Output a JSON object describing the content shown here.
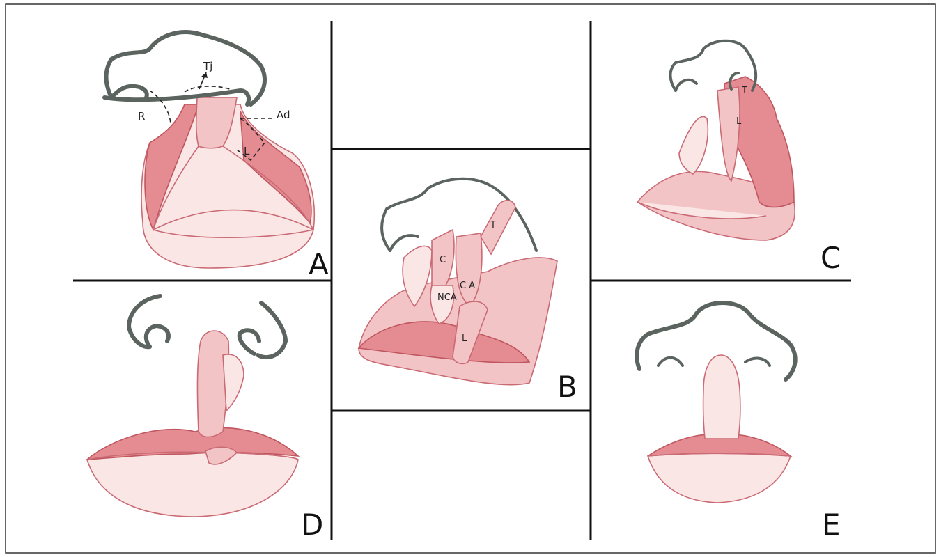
{
  "panels": {
    "a": {
      "letter": "A",
      "labels": {
        "tj": "Tj",
        "r": "R",
        "ad": "Ad",
        "l": "L"
      }
    },
    "b": {
      "letter": "B",
      "labels": {
        "t": "T",
        "c": "C",
        "ca": "C A",
        "nca": "NCA",
        "l": "L"
      }
    },
    "c": {
      "letter": "C",
      "labels": {
        "t": "T",
        "l": "L"
      }
    },
    "d": {
      "letter": "D"
    },
    "e": {
      "letter": "E"
    }
  },
  "colors": {
    "nose_stroke": "#5c6460",
    "lip_outline": "#c96a74",
    "lip_fill": "#f2c4c6",
    "lip_dark": "#e48c92",
    "frame": "#111111"
  }
}
